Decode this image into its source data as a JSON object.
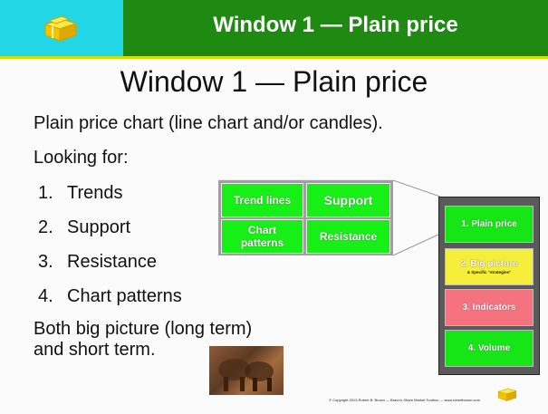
{
  "header": {
    "title": "Window 1 — Plain price",
    "logo_icon": "yellow-gift-box-icon"
  },
  "slide": {
    "title": "Window 1 — Plain price",
    "subtitle": "Plain price chart (line chart and/or candles).",
    "looking_for": "Looking for:",
    "list": [
      {
        "num": "1.",
        "text": "Trends"
      },
      {
        "num": "2.",
        "text": "Support"
      },
      {
        "num": "3.",
        "text": "Resistance"
      },
      {
        "num": "4.",
        "text": "Chart patterns"
      }
    ],
    "both_line1": "Both big picture (long term)",
    "both_line2": "and short term."
  },
  "tiles": [
    {
      "label": "Trend lines"
    },
    {
      "label": "Support"
    },
    {
      "label": "Chart patterns"
    },
    {
      "label": "Resistance"
    }
  ],
  "panel": {
    "top_label": "",
    "boxes": [
      {
        "label": "1. Plain price",
        "color": "#16e516"
      },
      {
        "label": "2. Big picture",
        "sub": "& Specific \"strategies\"",
        "color": "#f5ee3a"
      },
      {
        "label": "3. Indicators",
        "color": "#f4737f"
      },
      {
        "label": "4. Volume",
        "color": "#16e516"
      }
    ]
  },
  "photo": {
    "subject": "elephants-photo"
  },
  "footer": {
    "text": "© Copyright 2013 Robert B. Brown — Bravo's Share Market Toolbox — www.robertbrown.com",
    "page": "",
    "icon": "yellow-gift-box-icon"
  },
  "colors": {
    "header_left": "#21d7e6",
    "header_right": "#1f8a11",
    "accent_line": "#d4e000",
    "tile_green": "#16f016"
  }
}
